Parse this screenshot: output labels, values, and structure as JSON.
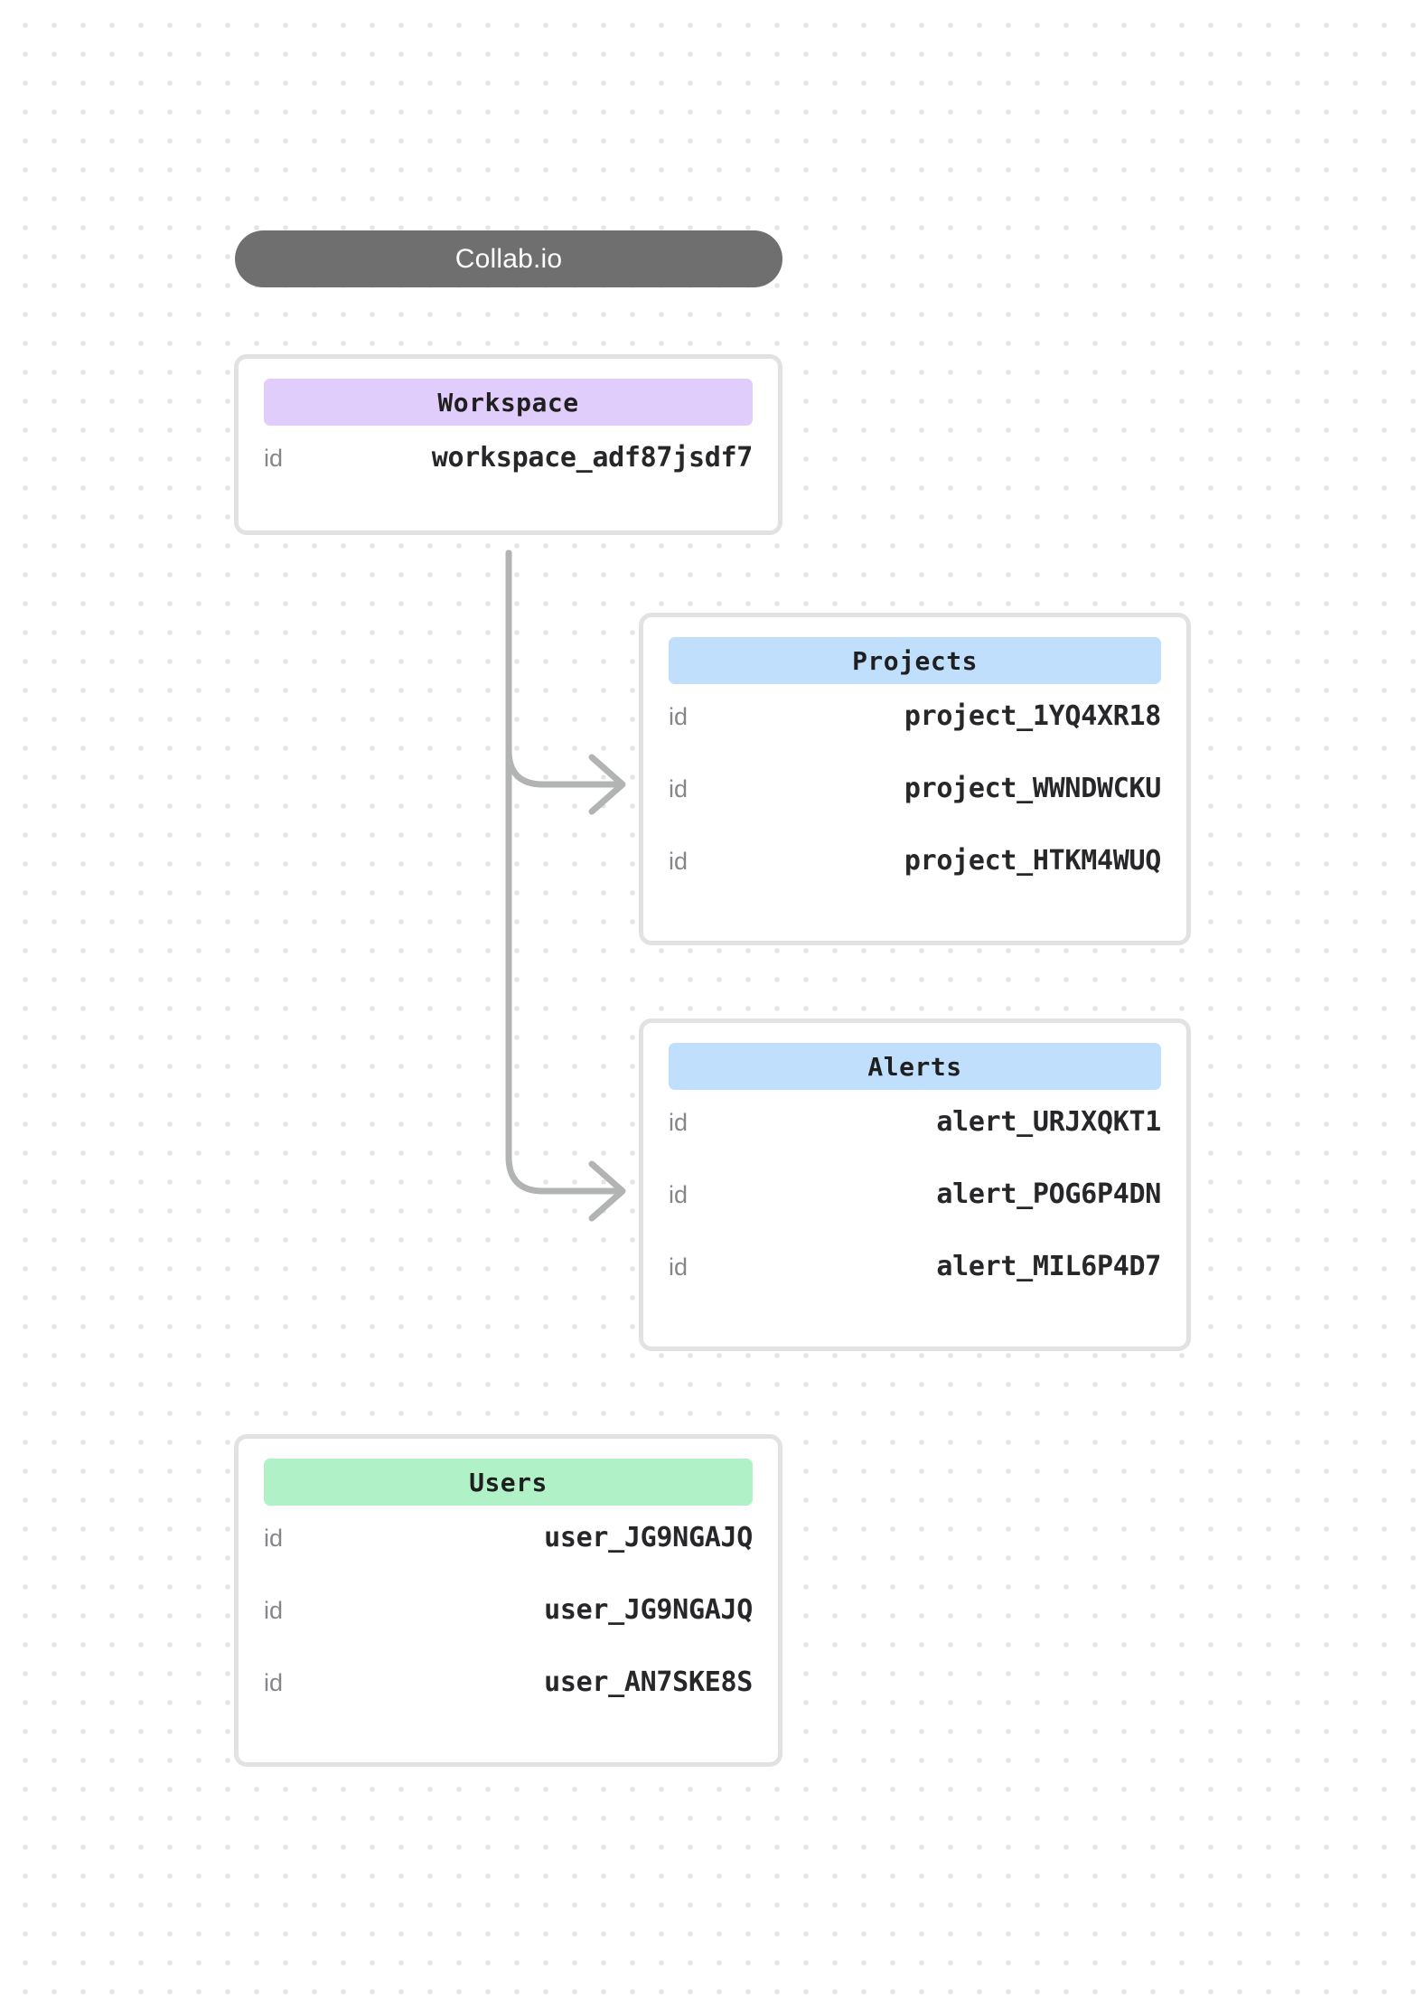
{
  "diagram": {
    "title": "Collab.io",
    "background": "dotted-grid",
    "accent_colors": {
      "title_pill": "#706f70",
      "workspace_chip": "#e0cdfb",
      "projects_chip": "#bfdffd",
      "alerts_chip": "#bfdffd",
      "users_chip": "#b0f1c8",
      "card_border": "#e2e2e2",
      "connector": "#b2b4b4"
    },
    "entities": [
      {
        "name": "workspace",
        "title": "Workspace",
        "rows": [
          {
            "key": "id",
            "value": "workspace_adf87jsdf7"
          }
        ]
      },
      {
        "name": "projects",
        "title": "Projects",
        "rows": [
          {
            "key": "id",
            "value": "project_1YQ4XR18"
          },
          {
            "key": "id",
            "value": "project_WWNDWCKU"
          },
          {
            "key": "id",
            "value": "project_HTKM4WUQ"
          }
        ]
      },
      {
        "name": "alerts",
        "title": "Alerts",
        "rows": [
          {
            "key": "id",
            "value": "alert_URJXQKT1"
          },
          {
            "key": "id",
            "value": "alert_POG6P4DN"
          },
          {
            "key": "id",
            "value": "alert_MIL6P4D7"
          }
        ]
      },
      {
        "name": "users",
        "title": "Users",
        "rows": [
          {
            "key": "id",
            "value": "user_JG9NGAJQ"
          },
          {
            "key": "id",
            "value": "user_JG9NGAJQ"
          },
          {
            "key": "id",
            "value": "user_AN7SKE8S"
          }
        ]
      }
    ],
    "connections": [
      {
        "from": "workspace",
        "to": "projects"
      },
      {
        "from": "workspace",
        "to": "alerts"
      }
    ]
  }
}
